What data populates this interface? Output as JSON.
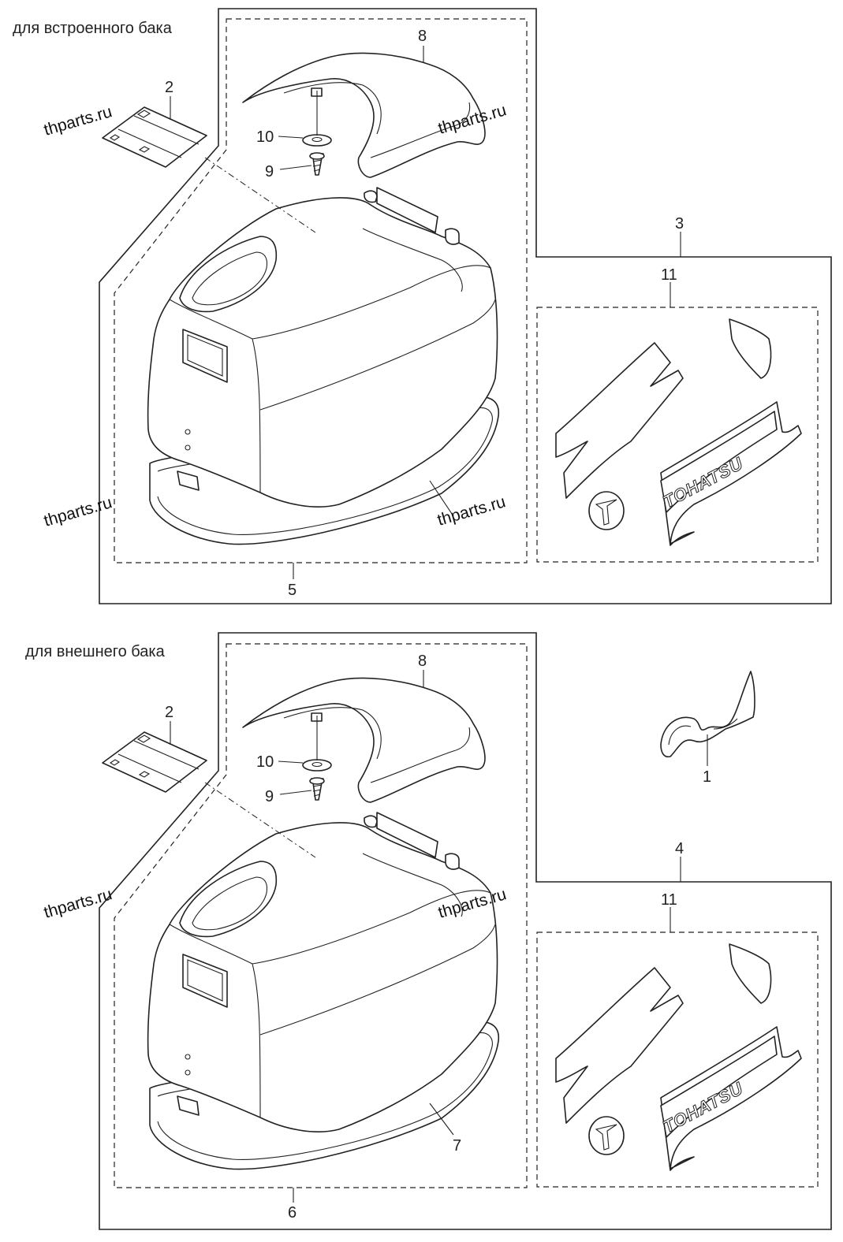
{
  "sections": [
    {
      "caption": "для встроенного бака",
      "labels": {
        "label_decal": "2",
        "label_top_cover": "8",
        "label_washer": "10",
        "label_screw": "9",
        "label_kit": "3",
        "label_decal_set": "11",
        "label_cowl_assy": "5"
      },
      "brand": "TOHATSU"
    },
    {
      "caption": "для внешнего бака",
      "labels": {
        "label_decal": "2",
        "label_top_cover": "8",
        "label_washer": "10",
        "label_screw": "9",
        "label_kit": "4",
        "label_decal_set": "11",
        "label_cowl_assy": "6",
        "label_seal": "7",
        "label_emblem": "1"
      },
      "brand": "TOHATSU"
    }
  ],
  "watermark": "thparts.ru"
}
